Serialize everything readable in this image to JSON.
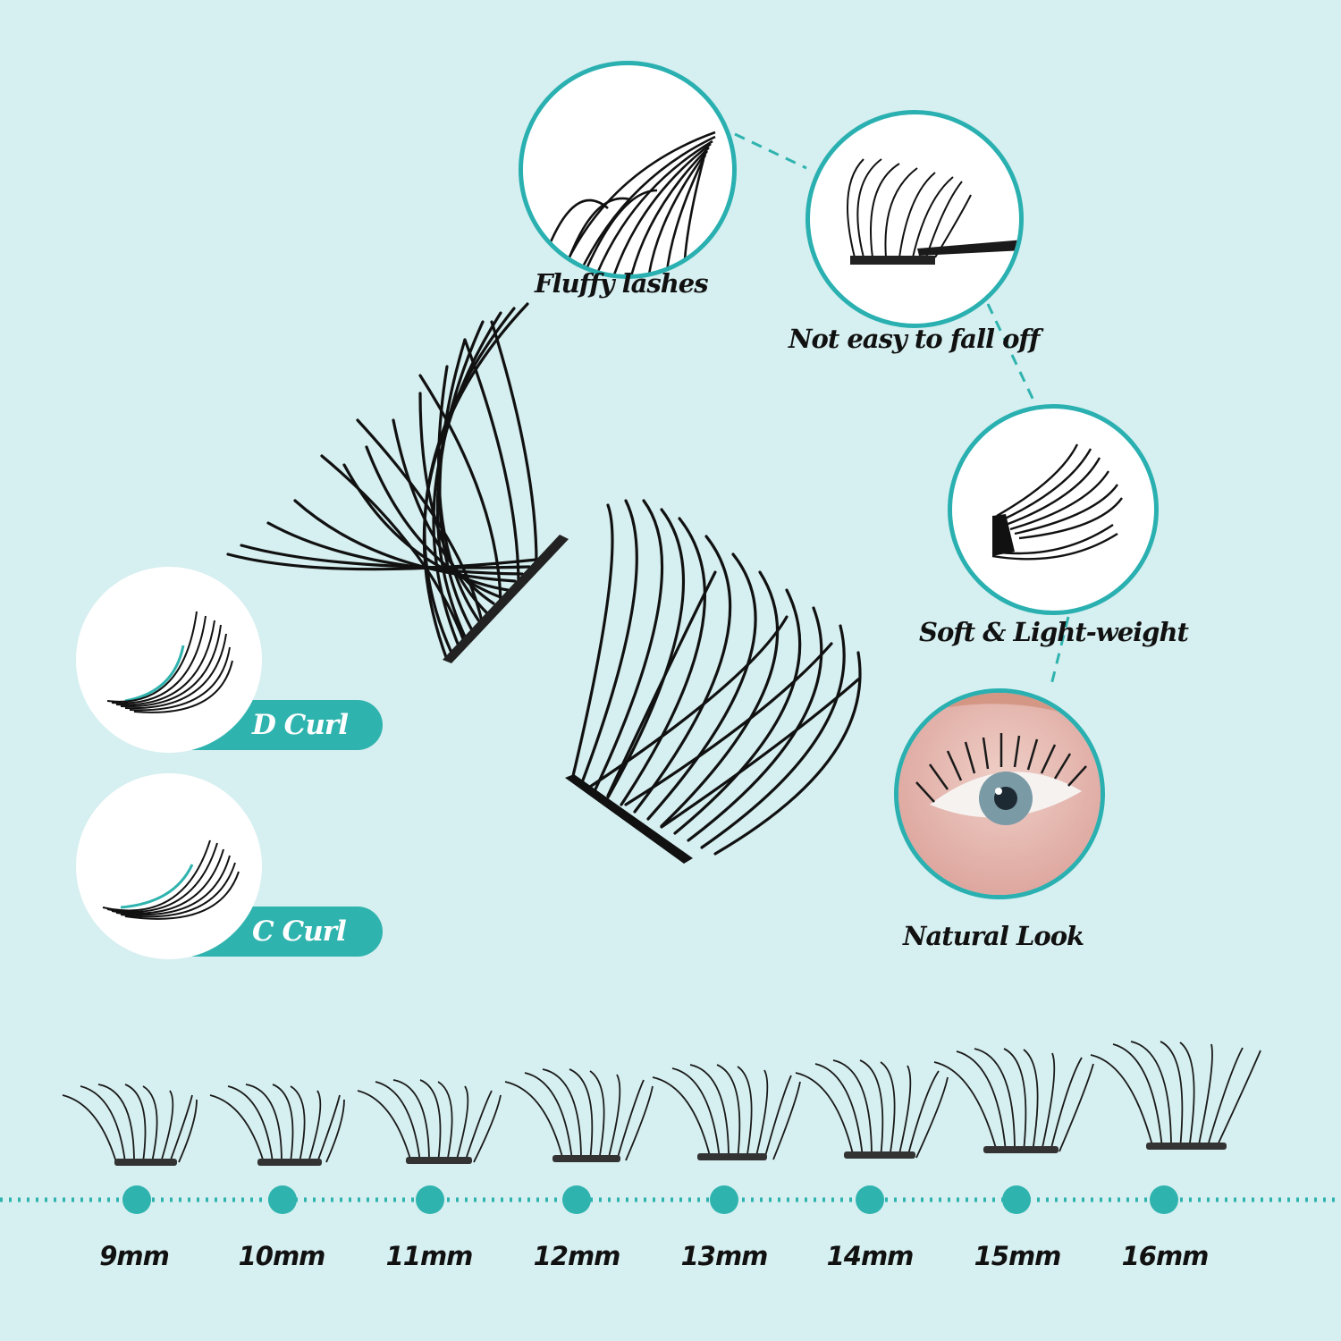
{
  "theme": {
    "background": "#d6eff0",
    "accent": "#2fb3ae",
    "border": "#2ab0b0",
    "text": "#111111"
  },
  "features": [
    {
      "id": "fluffy",
      "label": "Fluffy lashes",
      "image": "lash-cluster-closeup"
    },
    {
      "id": "secure",
      "label": "Not easy to fall off",
      "image": "lash-with-tweezers"
    },
    {
      "id": "soft",
      "label": "Soft & Light-weight",
      "image": "lash-cluster-side"
    },
    {
      "id": "natural",
      "label": "Natural Look",
      "image": "eye-with-lashes-photo"
    }
  ],
  "curls": [
    {
      "label": "D Curl",
      "image": "d-curl-lash"
    },
    {
      "label": "C Curl",
      "image": "c-curl-lash"
    }
  ],
  "sizes": [
    "9mm",
    "10mm",
    "11mm",
    "12mm",
    "13mm",
    "14mm",
    "15mm",
    "16mm"
  ]
}
